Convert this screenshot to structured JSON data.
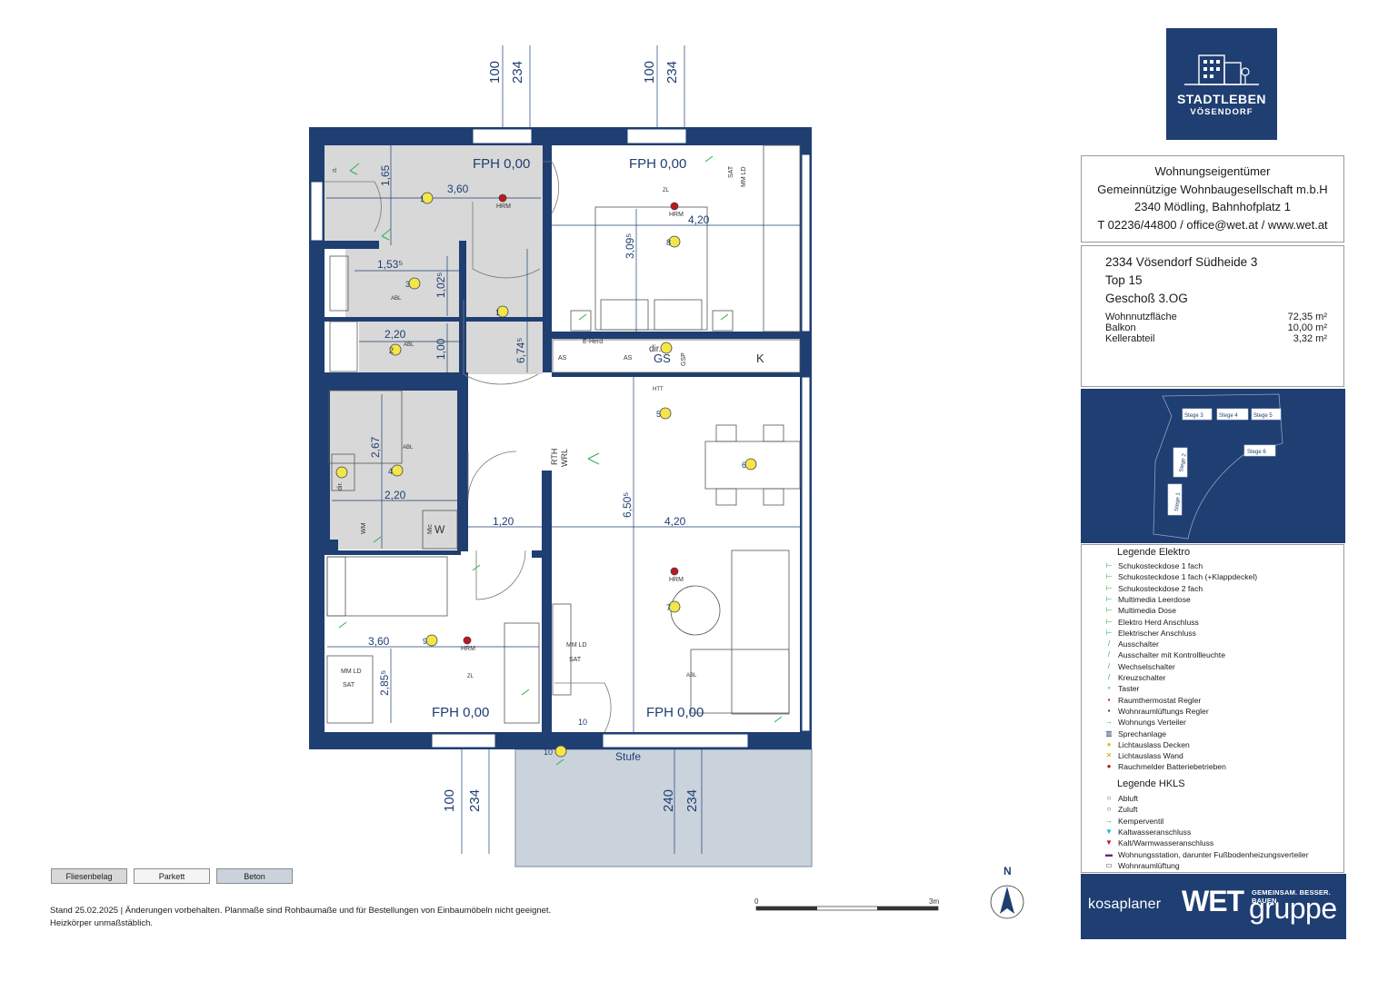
{
  "logo": {
    "title": "STADTLEBEN",
    "subtitle": "VÖSENDORF"
  },
  "owner": {
    "line1": "Wohnungseigentümer",
    "line2": "Gemeinnützige Wohnbaugesellschaft m.b.H",
    "line3": "2340 Mödling, Bahnhofplatz 1",
    "line4": "T 02236/44800 / office@wet.at / www.wet.at"
  },
  "apartment": {
    "address": "2334 Vösendorf Südheide 3",
    "top": "Top 15",
    "floor": "Geschoß 3.OG",
    "areas": [
      {
        "label": "Wohnnutzfläche",
        "value": "72,35 m²"
      },
      {
        "label": "Balkon",
        "value": "10,00 m²"
      },
      {
        "label": "Kellerabteil",
        "value": "3,32 m²"
      }
    ]
  },
  "site_plan": {
    "labels": [
      "Stege 3",
      "Stege 4",
      "Stege 5",
      "Stege 6",
      "Stege 2",
      "Stege 1"
    ]
  },
  "legend_elektro": {
    "title": "Legende Elektro",
    "items": [
      "Schukosteckdose 1 fach",
      "Schukosteckdose 1 fach (+Klappdeckel)",
      "Schukosteckdose 2 fach",
      "Multimedia Leerdose",
      "Multimedia Dose",
      "Elektro Herd Anschluss",
      "Elektrischer Anschluss",
      "Ausschalter",
      "Ausschalter mit Kontrollleuchte",
      "Wechselschalter",
      "Kreuzschalter",
      "Taster",
      "Raumthermostat Regler",
      "Wohnraumlüftungs Regler",
      "Wohnungs Verteiler",
      "Sprechanlage",
      "Lichtauslass Decken",
      "Lichtauslass Wand",
      "Rauchmelder Batteriebetrieben"
    ]
  },
  "legend_hkls": {
    "title": "Legende HKLS",
    "items": [
      "Abluft",
      "Zuluft",
      "Kemperventil",
      "Kaltwasseranschluss",
      "Kalt/Warmwasseranschluss",
      "Wohnungsstation, darunter Fußbodenheizungsverteiler",
      "Wohnraumlüftung"
    ]
  },
  "brand": {
    "kosa": "kosaplaner",
    "wet": "WET",
    "gruppe": "gruppe",
    "claim": "GEMEINSAM. BESSER. BAUEN."
  },
  "materials": [
    "Fliesenbelag",
    "Parkett",
    "Beton"
  ],
  "footnote": {
    "line1": "Stand 25.02.2025 | Änderungen vorbehalten. Planmaße sind Rohbaumaße und für Bestellungen von Einbaumöbeln nicht geeignet.",
    "line2": "Heizkörper unmaßstäblich."
  },
  "scale": {
    "start": "0",
    "end": "3m"
  },
  "north": "N",
  "plan": {
    "fph_labels": [
      "FPH 0,00",
      "FPH 0,00",
      "FPH 0,00",
      "FPH 0,00"
    ],
    "stufe": "Stufe",
    "axis_dims": [
      "100",
      "234",
      "100",
      "234",
      "100",
      "234",
      "240",
      "234"
    ],
    "room_dims": [
      "3,60",
      "1,65",
      "1,53⁵",
      "1,02⁵",
      "2,20",
      "1,00",
      "6,74⁵",
      "3,09⁵",
      "4,20",
      "2,67",
      "2,20",
      "1,20",
      "6,50⁵",
      "4,20",
      "3,60",
      "2,85⁵"
    ],
    "light_numbers": [
      "1",
      "2",
      "3",
      "4",
      "5",
      "6",
      "7",
      "8",
      "9",
      "10",
      "1",
      "3",
      "10"
    ],
    "small_labels": [
      "HRM",
      "HRM",
      "HRM",
      "HRM",
      "dir.",
      "dir.",
      "GS",
      "K",
      "W",
      "AS",
      "AS",
      "E-Herd",
      "GSP",
      "RTH",
      "WRL",
      "MM LD",
      "SAT",
      "MM LD",
      "SAT",
      "MM LD",
      "SAT",
      "ZL",
      "ZL",
      "ZL",
      "ABL",
      "ABL",
      "ABL",
      "ABL",
      "HTT",
      "WM",
      "Mic"
    ]
  }
}
